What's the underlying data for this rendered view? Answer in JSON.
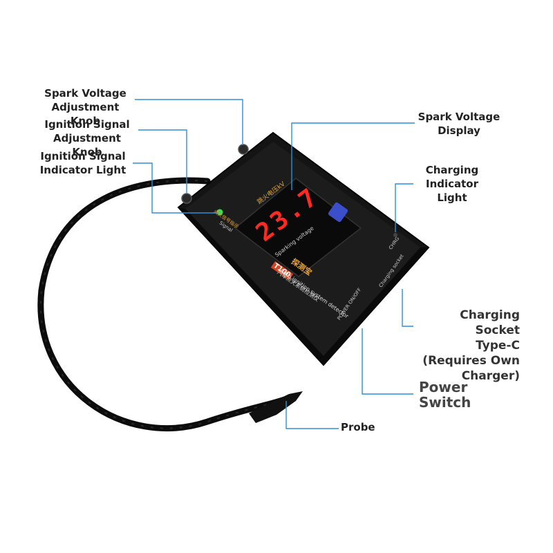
{
  "callouts": {
    "spark_knob": "Spark Voltage\nAdjustment Knob",
    "ignition_knob": "Ignition Signal\nAdjustment Knob",
    "ignition_light": "Ignition Signal\nIndicator Light",
    "spark_display": "Spark Voltage\nDisplay",
    "charging_light": "Charging\nIndicator\nLight",
    "charging_socket": "Charging Socket\nType-C\n(Requires Own\nCharger)",
    "power_switch": "Power\nSwitch",
    "probe": "Probe"
  },
  "device": {
    "display_value": "23.7",
    "model": "T100",
    "brand_cn": "探测宝",
    "product_cn": "汽车点火系统检测仪",
    "product_en": "Auto ignition system detector",
    "display_caption_cn": "跳火电压kV",
    "display_caption_en": "Sparking voltage",
    "signal_label_cn": "点火信号指示",
    "signal_label_en": "Signal",
    "charge_label_en": "CHRG",
    "socket_label_en": "Charging socket",
    "power_label_en": "POWER ON/OFF"
  },
  "colors": {
    "callout_line": "#2f8fd8",
    "device_body": "#151515",
    "display_digits": "#ff2a22",
    "label_accent": "#e8a33a",
    "signal_led": "#35e04a",
    "logo": "#3a4fc9"
  }
}
